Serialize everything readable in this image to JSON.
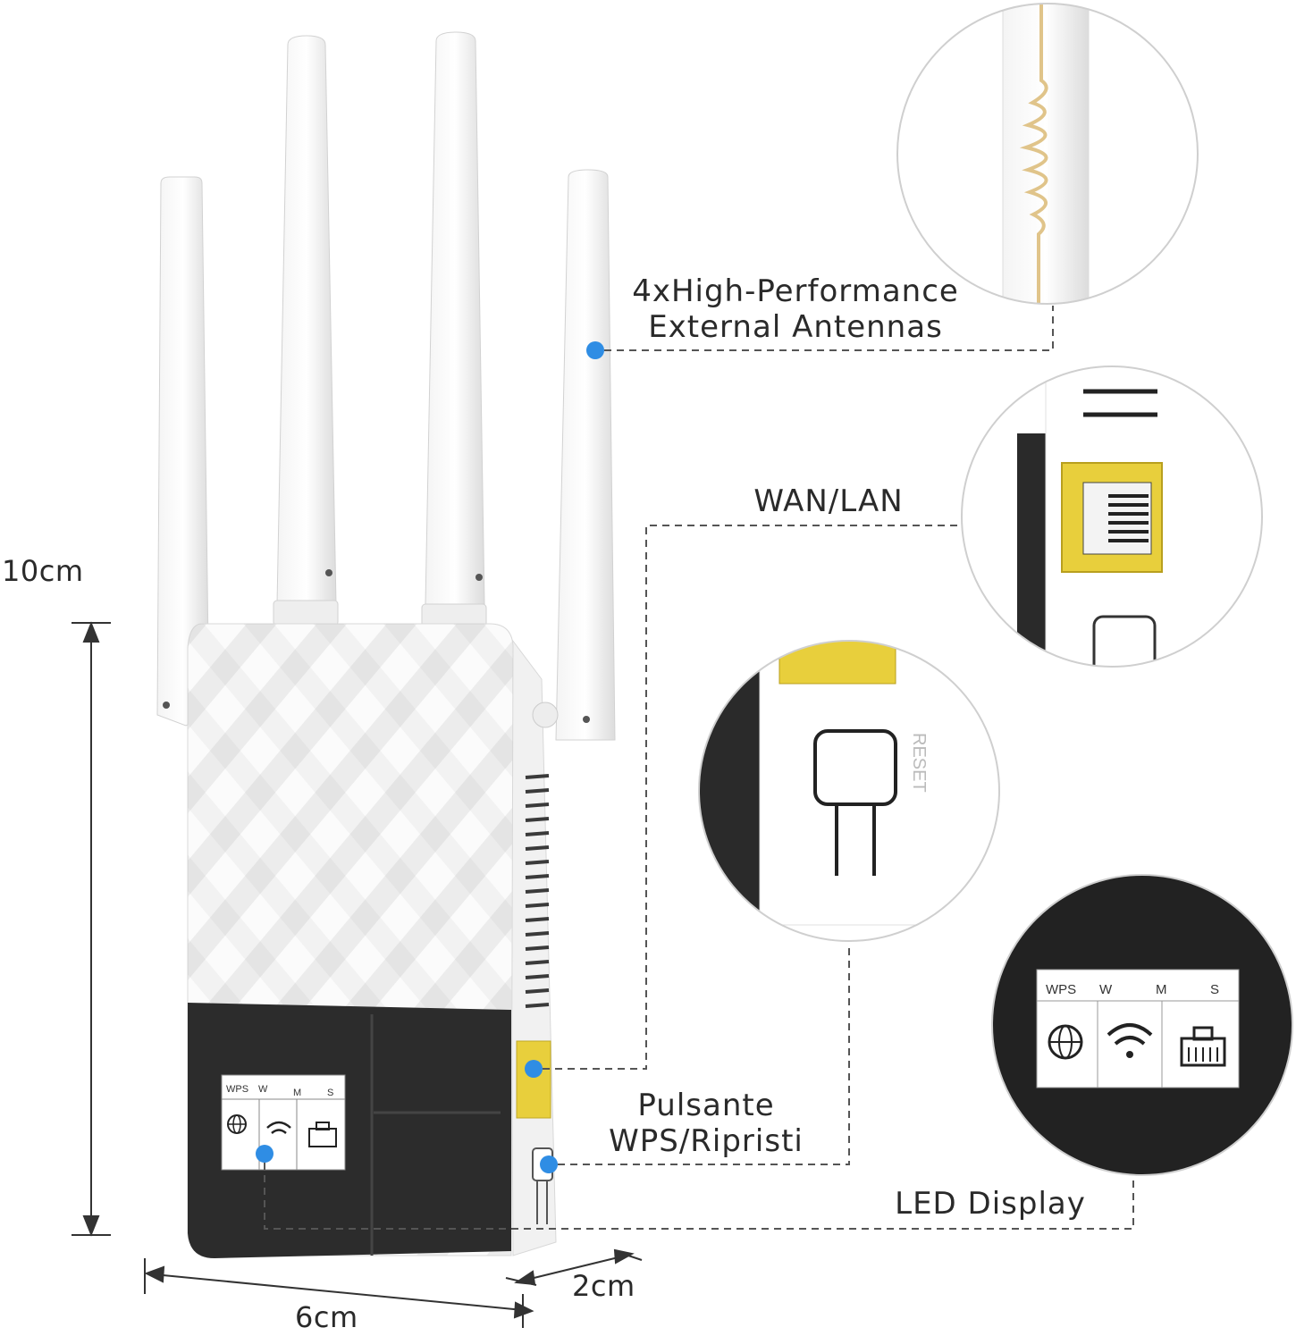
{
  "labels": {
    "antennas_line1": "4xHigh-Performance",
    "antennas_line2": "External Antennas",
    "wan_lan": "WAN/LAN",
    "wps_line1": "Pulsante",
    "wps_line2": "WPS/Ripristi",
    "led_display": "LED Display"
  },
  "dimensions": {
    "height": "10cm",
    "width": "6cm",
    "depth": "2cm"
  },
  "led_panel": {
    "headers": [
      "WPS",
      "W",
      "M",
      "S"
    ]
  },
  "reset_label": "RESET",
  "colors": {
    "accent_dot": "#2f8de4",
    "port_yellow": "#e8cf3c",
    "body_black": "#2a2a2a",
    "dash_line": "#555555"
  },
  "icons": [
    "globe-icon",
    "wifi-icon",
    "ethernet-icon"
  ]
}
